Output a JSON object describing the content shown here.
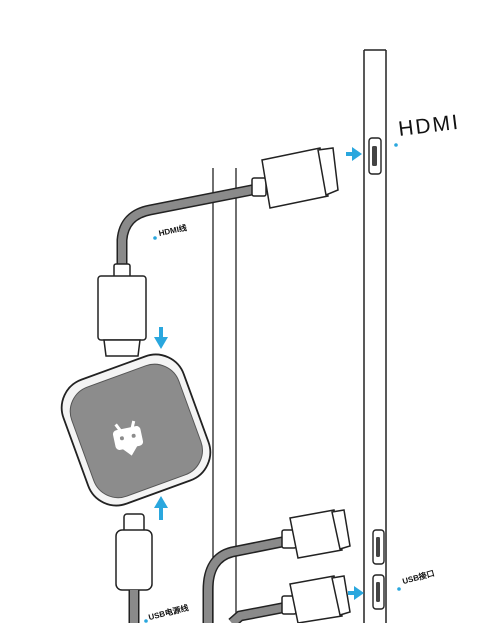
{
  "labels": {
    "hdmi_port": "HDMI",
    "hdmi_cable": "HDMI线",
    "usb_port": "USB接口",
    "usb_power_cable": "USB电源线"
  },
  "icons": {
    "device_logo": "tv-robot-icon",
    "arrows": "arrow-icon"
  },
  "colors": {
    "arrow": "#2aa7de",
    "device_body": "#8c8c8c",
    "device_bezel": "#f4f4f4",
    "cable": "#8a8a8a",
    "line": "#222222"
  }
}
